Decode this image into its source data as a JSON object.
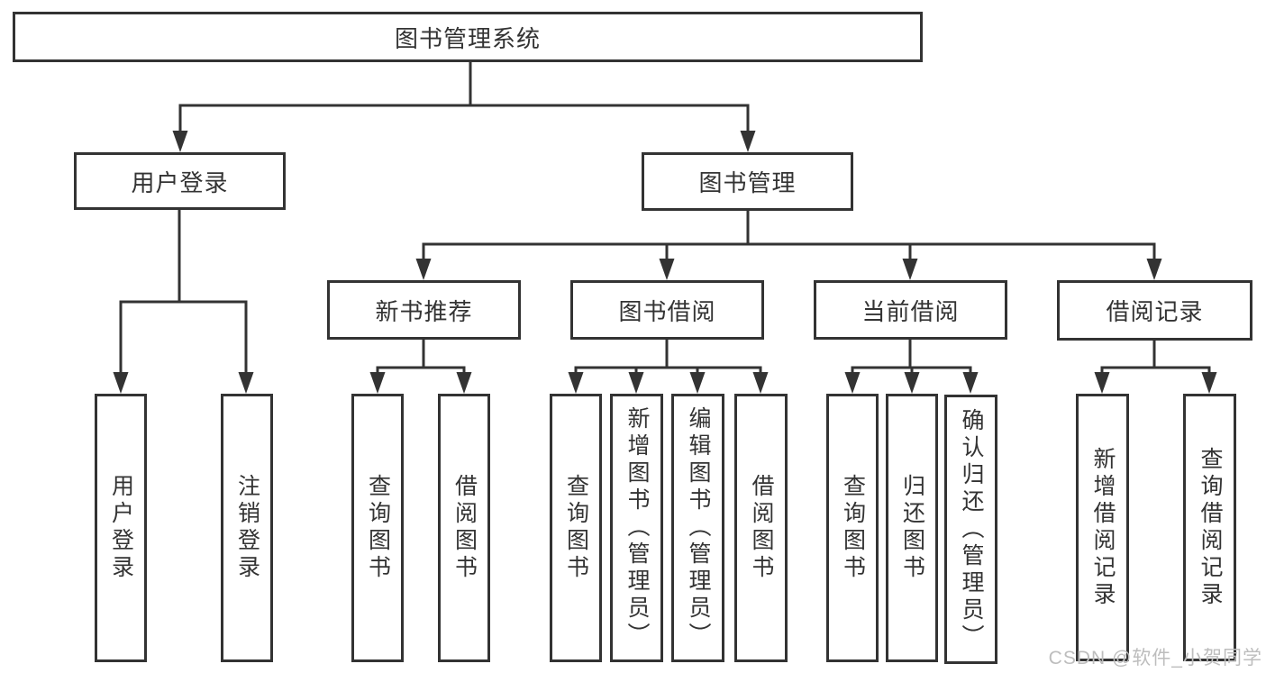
{
  "tree": {
    "root": {
      "label": "图书管理系统"
    },
    "level2": [
      {
        "label": "用户登录"
      },
      {
        "label": "图书管理"
      }
    ],
    "level3": [
      {
        "label": "新书推荐"
      },
      {
        "label": "图书借阅"
      },
      {
        "label": "当前借阅"
      },
      {
        "label": "借阅记录"
      }
    ],
    "leaves": {
      "user_login": [
        {
          "label": "用户登录"
        },
        {
          "label": "注销登录"
        }
      ],
      "new_book_recommend": [
        {
          "label": "查询图书"
        },
        {
          "label": "借阅图书"
        }
      ],
      "book_borrow": [
        {
          "label": "查询图书"
        },
        {
          "label": "新增图书（管理员）"
        },
        {
          "label": "编辑图书（管理员）"
        },
        {
          "label": "借阅图书"
        }
      ],
      "current_borrow": [
        {
          "label": "查询图书"
        },
        {
          "label": "归还图书"
        },
        {
          "label": "确认归还（管理员）"
        }
      ],
      "borrow_records": [
        {
          "label": "新增借阅记录"
        },
        {
          "label": "查询借阅记录"
        }
      ]
    }
  },
  "watermark": {
    "text": "CSDN @软件_小贺同学"
  },
  "colors": {
    "line": "#333333",
    "border": "#333333",
    "text": "#333333",
    "background": "#ffffff",
    "watermark": "#bdbdbd"
  }
}
